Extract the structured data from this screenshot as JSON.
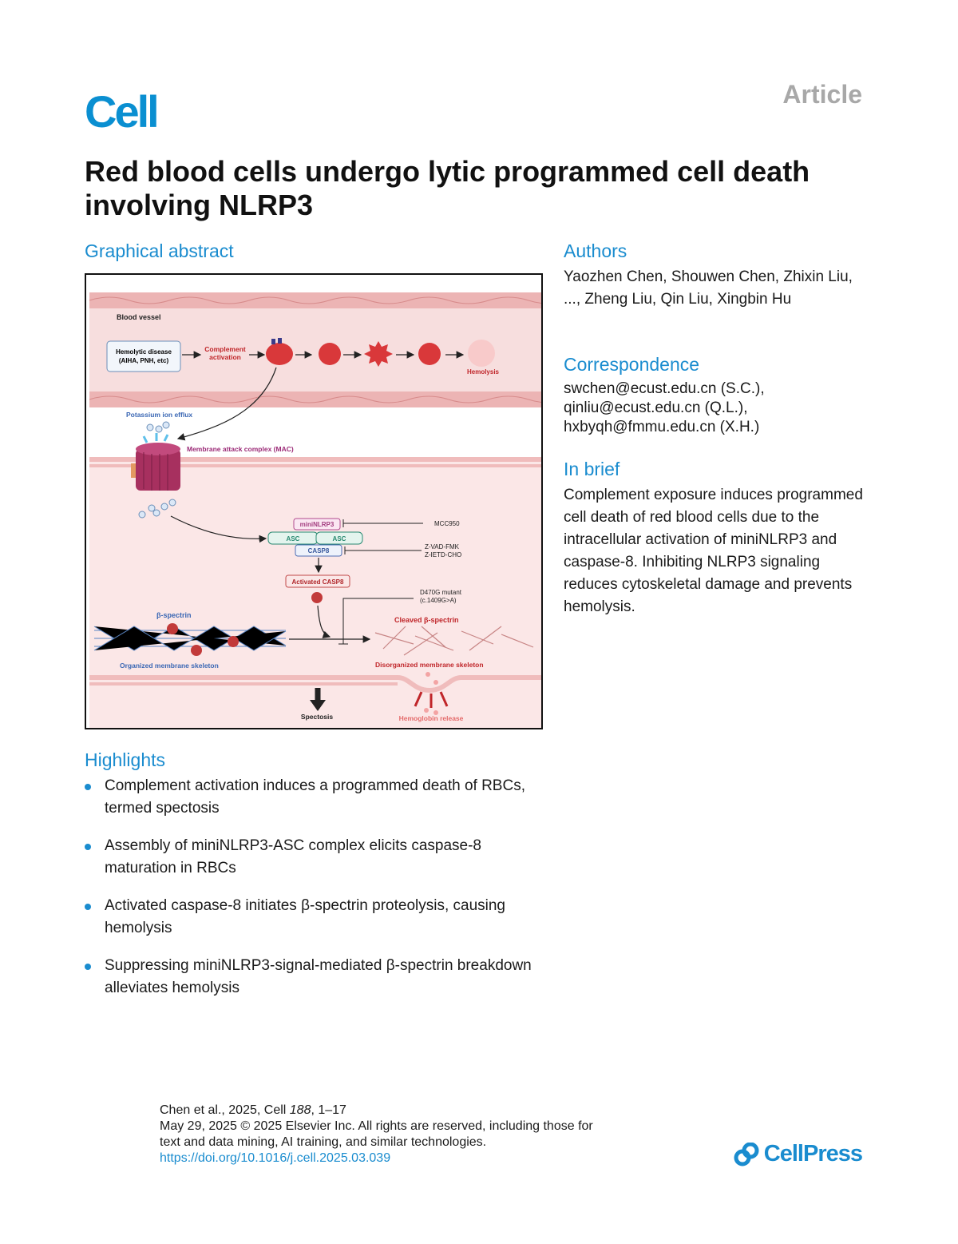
{
  "header": {
    "journal_logo": "Cell",
    "article_type": "Article",
    "title": "Red blood cells undergo lytic programmed cell death involving NLRP3"
  },
  "sections": {
    "graphical_abstract": "Graphical abstract",
    "authors": "Authors",
    "correspondence": "Correspondence",
    "in_brief": "In brief",
    "highlights": "Highlights"
  },
  "authors": "Yaozhen Chen, Shouwen Chen, Zhixin Liu, ..., Zheng Liu, Qin Liu, Xingbin Hu",
  "correspondence": [
    "swchen@ecust.edu.cn (S.C.),",
    "qinliu@ecust.edu.cn (Q.L.),",
    "hxbyqh@fmmu.edu.cn (X.H.)"
  ],
  "in_brief": "Complement exposure induces programmed cell death of red blood cells due to the intracellular activation of miniNLRP3 and caspase-8. Inhibiting NLRP3 signaling reduces cytoskeletal damage and prevents hemolysis.",
  "highlights": [
    "Complement activation induces a programmed death of RBCs, termed spectosis",
    "Assembly of miniNLRP3-ASC complex elicits caspase-8 maturation in RBCs",
    "Activated caspase-8 initiates β-spectrin proteolysis, causing hemolysis",
    "Suppressing miniNLRP3-signal-mediated β-spectrin breakdown alleviates hemolysis"
  ],
  "figure": {
    "blood_vessel": "Blood vessel",
    "disease_line1": "Hemolytic disease",
    "disease_line2": "(AIHA, PNH, etc)",
    "complement_line1": "Complement",
    "complement_line2": "activation",
    "hemolysis": "Hemolysis",
    "potassium": "Potassium ion efflux",
    "mac": "Membrane attack complex (MAC)",
    "mininlrp3": "miniNLRP3",
    "asc": "ASC",
    "casp8": "CASP8",
    "mcc950": "MCC950",
    "zvad": "Z-VAD-FMK",
    "zietd": "Z-IETD-CHO",
    "activated_casp8": "Activated CASP8",
    "mutant_line1": "D470G mutant",
    "mutant_line2": "(c.1409G>A)",
    "beta_spectrin": "β-spectrin",
    "cleaved": "Cleaved β-spectrin",
    "organized": "Organized  membrane skeleton",
    "disorganized": "Disorganized  membrane skeleton",
    "spectosis": "Spectosis",
    "hemoglobin": "Hemoglobin release"
  },
  "footer": {
    "citation_prefix": "Chen et al., 2025, Cell ",
    "citation_volume": "188",
    "citation_pages": ", 1–17",
    "line2": "May 29, 2025 © 2025 Elsevier Inc. All rights are reserved, including those for",
    "line3": "text and data mining, AI training, and similar technologies.",
    "doi": "https://doi.org/10.1016/j.cell.2025.03.039",
    "publisher": "CellPress"
  },
  "colors": {
    "accent": "#1a8ccf",
    "rbc_red": "#d9383a",
    "vessel_pink": "#f6d3d3"
  }
}
